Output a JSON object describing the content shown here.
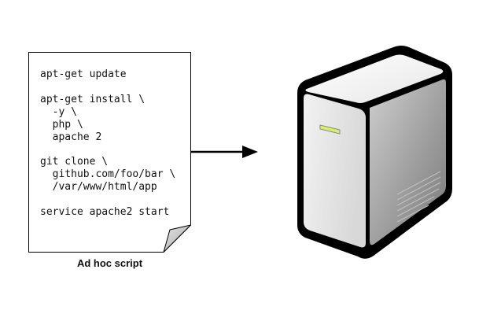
{
  "script": {
    "lines": [
      "apt-get update",
      "",
      "apt-get install \\",
      "  -y \\",
      "  php \\",
      "  apache 2",
      "",
      "git clone \\",
      "  github.com/foo/bar \\",
      "  /var/www/html/app",
      "",
      "service apache2 start"
    ],
    "caption": "Ad hoc script"
  },
  "icons": {
    "document": "page-with-folded-corner-icon",
    "arrow": "arrow-right-icon",
    "server": "server-tower-icon"
  },
  "colors": {
    "stroke": "#000000",
    "server_led": "#d6f06a",
    "page_fold": "#c8c8c8"
  }
}
